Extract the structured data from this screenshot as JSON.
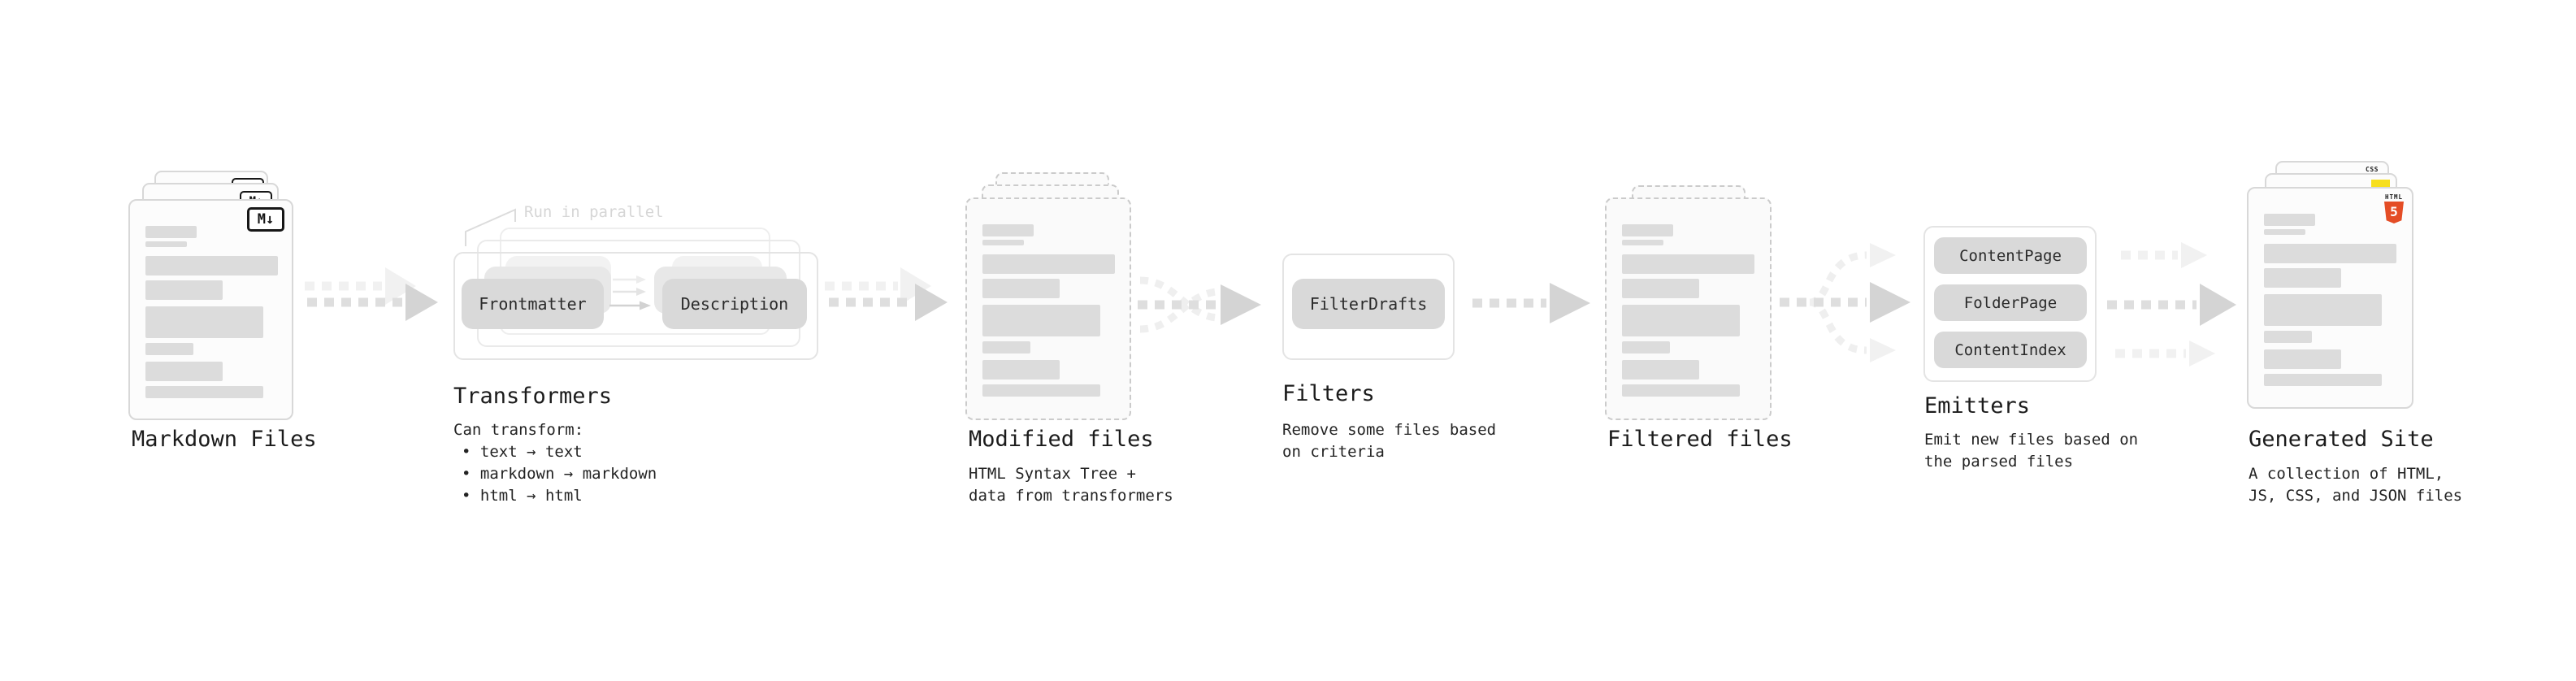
{
  "colors": {
    "pill_bg": "#d9d9d9",
    "bar_gray": "#dcdcdc",
    "arrow_gray": "#d4d4d4",
    "arrow_faint": "#f1f1f1",
    "html5_orange": "#e44d26",
    "js_yellow": "#f7df1e",
    "css_blue": "#2c62e9"
  },
  "stages": {
    "markdown": {
      "label": "Markdown Files",
      "badge": "M↓"
    },
    "transformers": {
      "label": "Transformers",
      "note": "Run in parallel",
      "pill_left": "Frontmatter",
      "pill_right": "Description",
      "desc_heading": "Can transform:",
      "bullets": [
        "• text → text",
        "• markdown → markdown",
        "• html → html"
      ]
    },
    "modified": {
      "label": "Modified files",
      "desc": [
        "HTML Syntax Tree +",
        "data from transformers"
      ]
    },
    "filters": {
      "label": "Filters",
      "pill": "FilterDrafts",
      "desc": [
        "Remove some files based",
        "on criteria"
      ]
    },
    "filtered": {
      "label": "Filtered files"
    },
    "emitters": {
      "label": "Emitters",
      "pills": [
        "ContentPage",
        "FolderPage",
        "ContentIndex"
      ],
      "desc": [
        "Emit new files based on",
        "the parsed files"
      ]
    },
    "generated": {
      "label": "Generated Site",
      "desc": [
        "A collection of HTML,",
        "JS, CSS, and JSON files"
      ],
      "badges": {
        "css": "CSS",
        "html_word": "HTML",
        "html_number": "5"
      }
    }
  }
}
